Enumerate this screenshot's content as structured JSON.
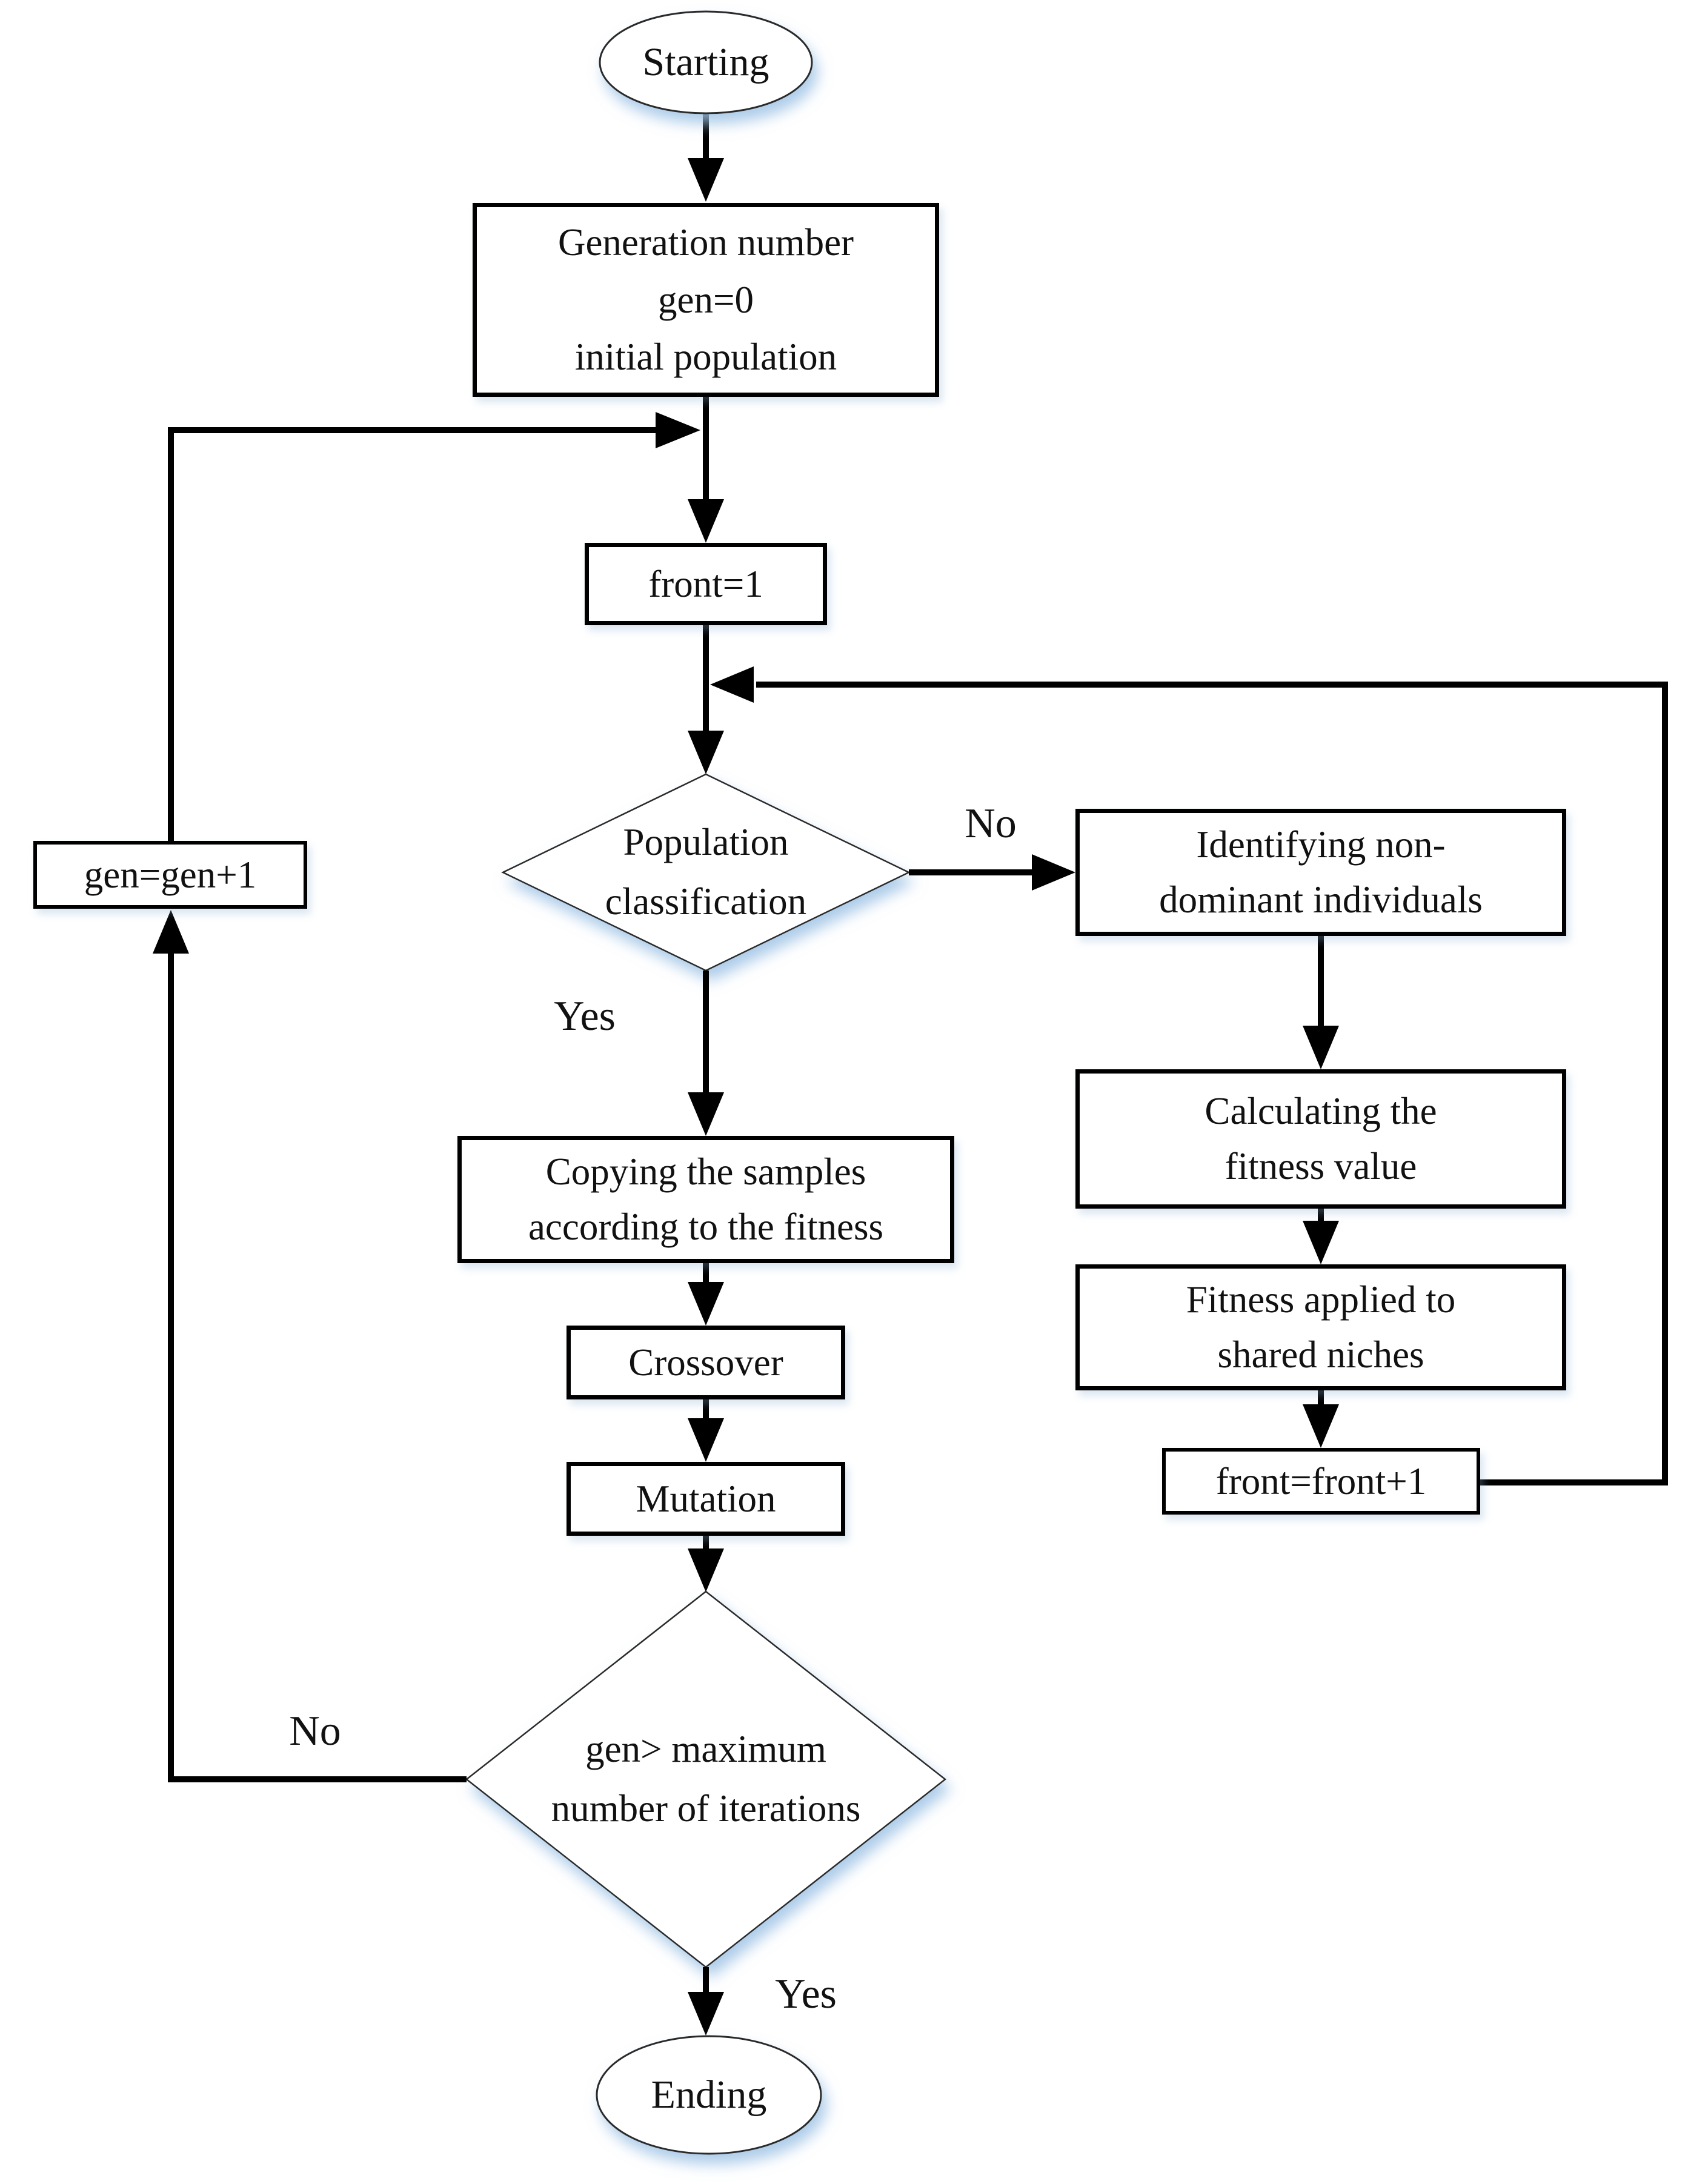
{
  "flowchart": {
    "nodes": {
      "start": {
        "label": "Starting",
        "shape": "ellipse"
      },
      "init": {
        "lines": [
          "Generation number",
          "gen=0",
          "initial population"
        ],
        "shape": "rect"
      },
      "front_init": {
        "label": "front=1",
        "shape": "rect"
      },
      "classify": {
        "lines": [
          "Population",
          "classification"
        ],
        "shape": "diamond"
      },
      "identify": {
        "lines": [
          "Identifying non-",
          "dominant individuals"
        ],
        "shape": "rect"
      },
      "fitness_calc": {
        "lines": [
          "Calculating the",
          "fitness value"
        ],
        "shape": "rect"
      },
      "fitness_niche": {
        "lines": [
          "Fitness applied to",
          "shared niches"
        ],
        "shape": "rect"
      },
      "front_inc": {
        "label": "front=front+1",
        "shape": "rect"
      },
      "copy": {
        "lines": [
          "Copying the samples",
          "according to the fitness"
        ],
        "shape": "rect"
      },
      "crossover": {
        "label": "Crossover",
        "shape": "rect"
      },
      "mutation": {
        "label": "Mutation",
        "shape": "rect"
      },
      "gen_check": {
        "lines": [
          "gen> maximum",
          "number of iterations"
        ],
        "shape": "diamond"
      },
      "gen_inc": {
        "label": "gen=gen+1",
        "shape": "rect"
      },
      "end": {
        "label": "Ending",
        "shape": "ellipse"
      }
    },
    "edge_labels": {
      "classify_no": "No",
      "classify_yes": "Yes",
      "gen_check_no": "No",
      "gen_check_yes": "Yes"
    },
    "colors": {
      "line": "#000000",
      "border": "#1a1a1a",
      "fill": "#ffffff",
      "glow": "#a9c9e6",
      "text": "#111111"
    }
  }
}
